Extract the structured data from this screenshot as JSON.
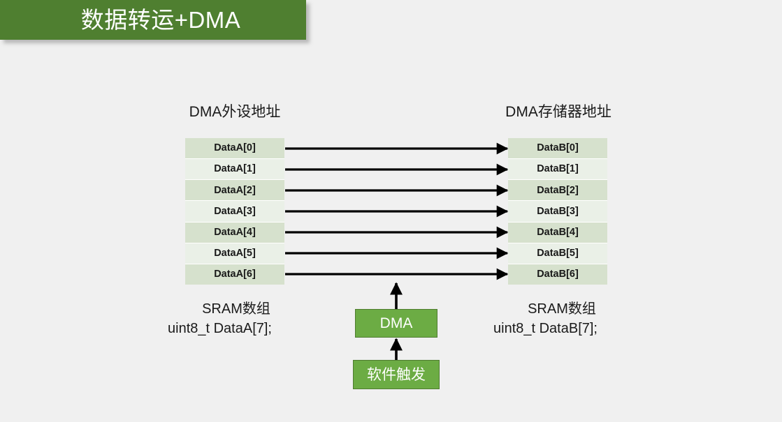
{
  "slide": {
    "background_color": "#f0f0f0",
    "title": "数据转运+DMA",
    "title_bar_color": "#4f7f30",
    "title_text_color": "#ffffff"
  },
  "headings": {
    "left": "DMA外设地址",
    "right": "DMA存储器地址"
  },
  "tables": {
    "left": {
      "name": "DataA",
      "cells": [
        "DataA[0]",
        "DataA[1]",
        "DataA[2]",
        "DataA[3]",
        "DataA[4]",
        "DataA[5]",
        "DataA[6]"
      ]
    },
    "right": {
      "name": "DataB",
      "cells": [
        "DataB[0]",
        "DataB[1]",
        "DataB[2]",
        "DataB[3]",
        "DataB[4]",
        "DataB[5]",
        "DataB[6]"
      ]
    },
    "row_colors": {
      "dark": "#d6e1cd",
      "light": "#eaf0e7"
    }
  },
  "footers": {
    "left": {
      "line1": "SRAM数组",
      "line2": "uint8_t DataA[7];"
    },
    "right": {
      "line1": "SRAM数组",
      "line2": "uint8_t DataB[7];"
    }
  },
  "boxes": {
    "dma": {
      "label": "DMA",
      "fill": "#6cac44",
      "border": "#4e7c2f"
    },
    "trigger": {
      "label": "软件触发",
      "fill": "#6cac44",
      "border": "#4e7c2f"
    }
  },
  "arrows": {
    "transfer_count": 7,
    "color": "#000000",
    "vertical": [
      "trigger-to-dma",
      "dma-to-data"
    ]
  }
}
